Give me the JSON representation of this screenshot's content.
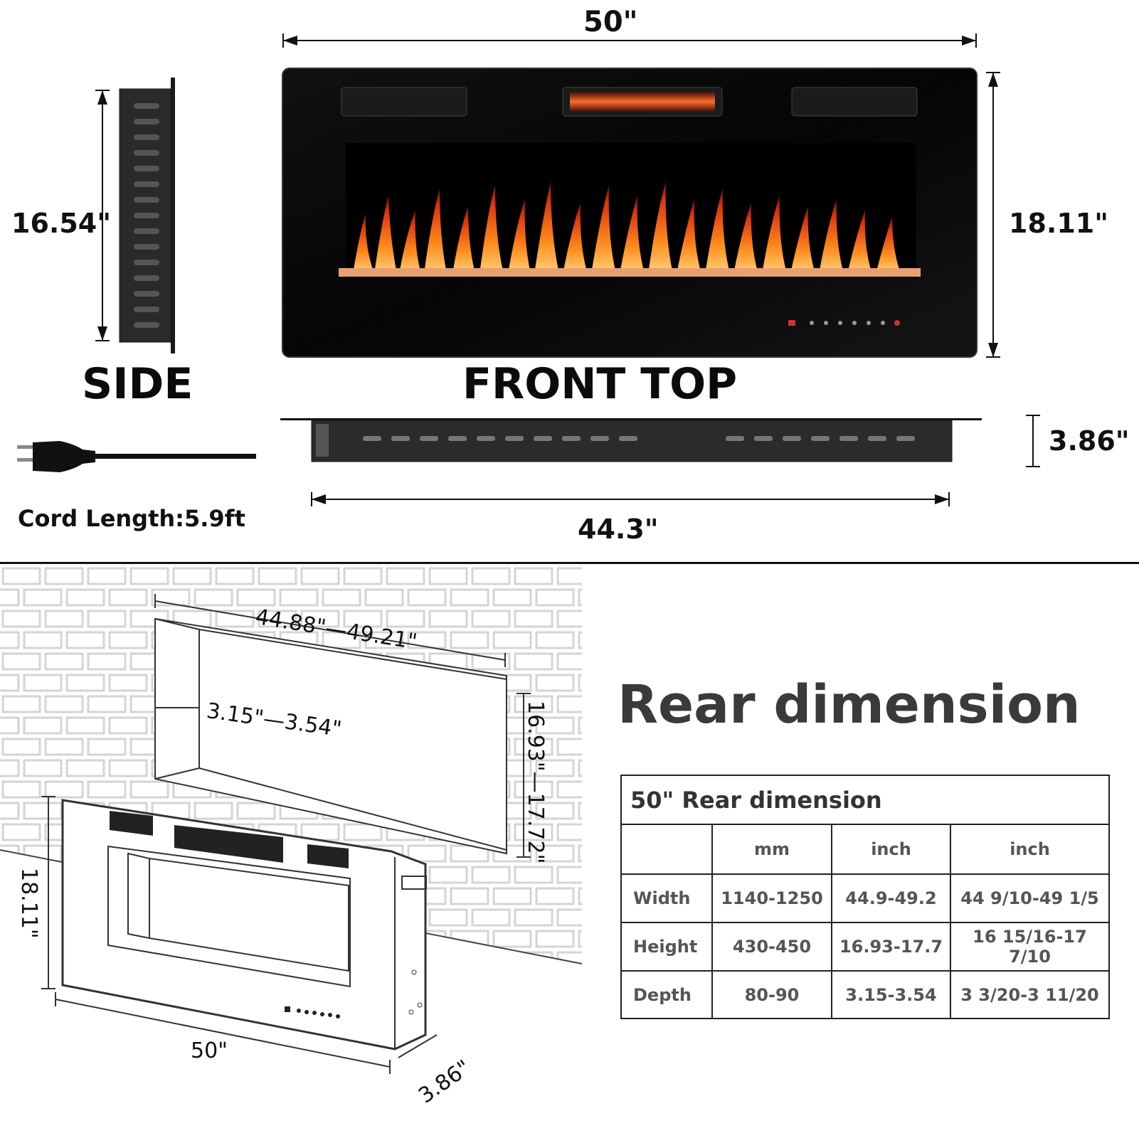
{
  "top": {
    "width_label": "50\"",
    "height_label": "18.11\"",
    "side_height_label": "16.54\"",
    "side_caption": "SIDE",
    "front_top_caption": "FRONT TOP",
    "depth_label": "3.86\"",
    "bottom_width_label": "44.3\"",
    "cord_label": "Cord Length:5.9ft"
  },
  "sketch": {
    "recess_width": "44.88\"—49.21\"",
    "recess_depth": "3.15\"—3.54\"",
    "recess_height": "16.93\"—17.72\"",
    "unit_height": "18.11\"",
    "unit_width": "50\"",
    "unit_depth": "3.86\""
  },
  "rear": {
    "title": "Rear dimension",
    "table_caption": "50\" Rear dimension",
    "headers": [
      "",
      "mm",
      "inch",
      "inch"
    ],
    "rows": [
      [
        "Width",
        "1140-1250",
        "44.9-49.2",
        "44 9/10-49 1/5"
      ],
      [
        "Height",
        "430-450",
        "16.93-17.7",
        "16 15/16-17 7/10"
      ],
      [
        "Depth",
        "80-90",
        "3.15-3.54",
        "3 3/20-3 11/20"
      ]
    ]
  }
}
